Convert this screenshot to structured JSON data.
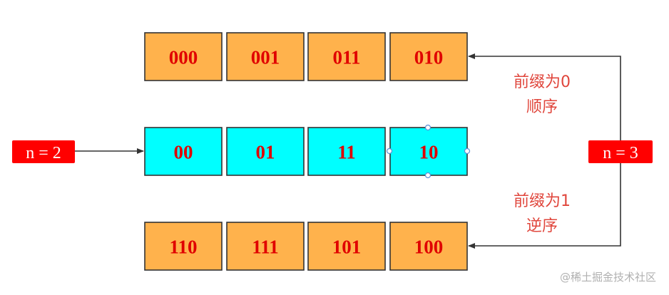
{
  "colors": {
    "top_cell": "#ffb24c",
    "mid_cell": "#00ffff",
    "bottom_cell": "#ffb24c",
    "cell_text": "#e00000",
    "tag_bg": "#ff0000",
    "note_text": "#e0463c",
    "line": "#333333"
  },
  "rows": {
    "top": [
      "000",
      "001",
      "011",
      "010"
    ],
    "middle": [
      "00",
      "01",
      "11",
      "10"
    ],
    "bottom": [
      "110",
      "111",
      "101",
      "100"
    ]
  },
  "tags": {
    "left": "n = 2",
    "right": "n = 3"
  },
  "notes": {
    "top_line1": "前缀为0",
    "top_line2": "顺序",
    "bottom_line1": "前缀为1",
    "bottom_line2": "逆序"
  },
  "watermark": "@稀土掘金技术社区"
}
